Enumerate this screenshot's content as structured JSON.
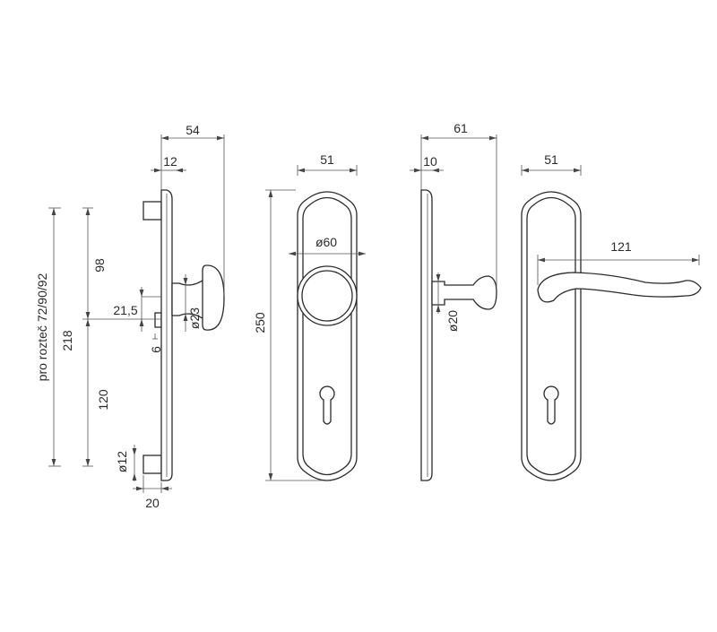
{
  "drawing": {
    "knob_side_view": {
      "depth_total": "54",
      "plate_thickness": "12",
      "pin_spacing_note": "pro rozteč 72/90/92",
      "overall_height": "218",
      "upper_distance": "98",
      "lower_distance": "120",
      "offset": "21,5",
      "small_dim": "6",
      "neck_diameter": "ø23",
      "pin_diameter": "ø12",
      "pin_length": "20"
    },
    "knob_front_view": {
      "plate_width": "51",
      "knob_diameter": "ø60",
      "plate_height": "250"
    },
    "lever_side_view": {
      "depth_total": "61",
      "plate_thickness": "10",
      "rose_diameter": "ø20"
    },
    "lever_front_view": {
      "plate_width": "51",
      "lever_length": "121"
    }
  }
}
